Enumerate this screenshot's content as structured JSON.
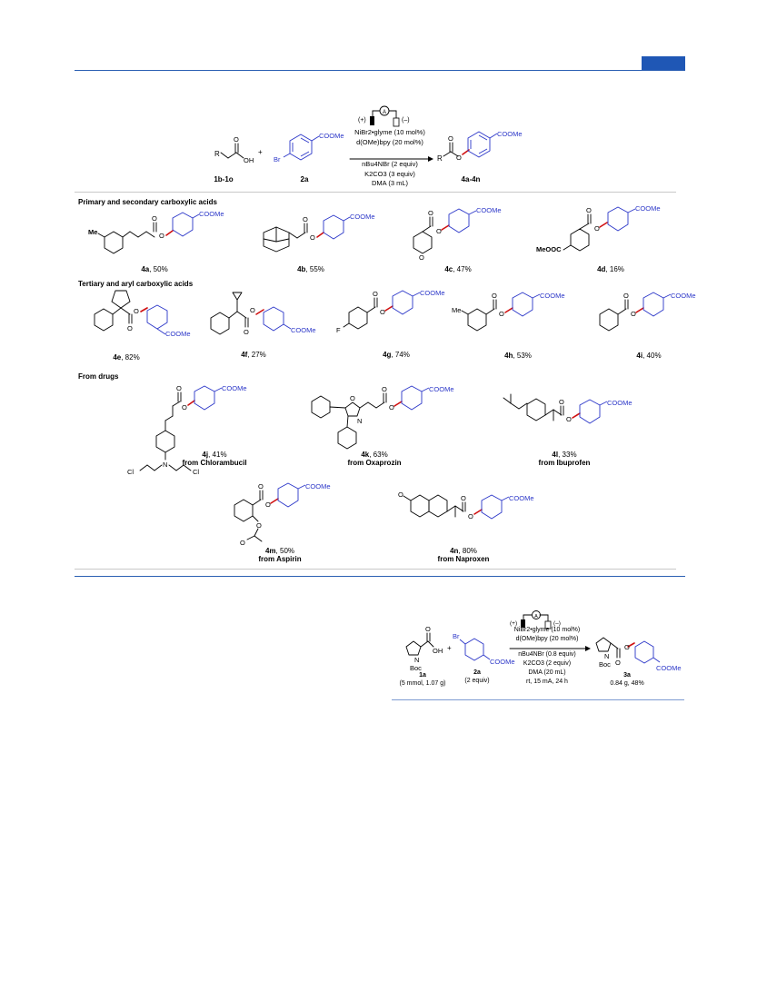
{
  "reaction": {
    "electrodes": {
      "plus": "(+)",
      "minus": "(–)",
      "current": "A"
    },
    "reagent_acid": {
      "label": "1b-1o",
      "R": "R",
      "OH": "OH"
    },
    "reagent_bromide": {
      "label": "2a",
      "Br": "Br",
      "ester": "COOMe"
    },
    "plus_sign": "+",
    "conditions": [
      "NiBr2•glyme (10 mol%)",
      "d(OMe)bpy (20 mol%)",
      "nBu4NBr (2 equiv)",
      "K2CO3 (3 equiv)",
      "DMA (3 mL)"
    ],
    "product": {
      "label": "4a-4n",
      "R": "R",
      "O": "O",
      "ester": "COOMe"
    }
  },
  "sections": {
    "primary": "Primary and secondary carboxylic acids",
    "tertiary": "Tertiary and aryl carboxylic acids",
    "drugs": "From drugs"
  },
  "atom_labels": {
    "ester": "COOMe",
    "O": "O",
    "Me": "Me",
    "MeOOC": "MeOOC",
    "F": "F",
    "N": "N",
    "Cl": "Cl"
  },
  "compounds": [
    {
      "id": "4a",
      "yield": ", 50%"
    },
    {
      "id": "4b",
      "yield": ", 55%"
    },
    {
      "id": "4c",
      "yield": ", 47%"
    },
    {
      "id": "4d",
      "yield": ", 16%"
    },
    {
      "id": "4e",
      "yield": ", 82%"
    },
    {
      "id": "4f",
      "yield": ", 27%"
    },
    {
      "id": "4g",
      "yield": ", 74%"
    },
    {
      "id": "4h",
      "yield": ", 53%"
    },
    {
      "id": "4i",
      "yield": ", 40%"
    },
    {
      "id": "4j",
      "yield": ", 41%",
      "source": "from Chlorambucil"
    },
    {
      "id": "4k",
      "yield": ", 63%",
      "source": "from Oxaprozin"
    },
    {
      "id": "4l",
      "yield": ", 33%",
      "source": "from Ibuprofen"
    },
    {
      "id": "4m",
      "yield": ", 50%",
      "source": "from Aspirin"
    },
    {
      "id": "4n",
      "yield": ", 80%",
      "source": "from Naproxen"
    }
  ],
  "scaleup": {
    "electrodes": {
      "plus": "(+)",
      "minus": "(–)",
      "current": "A"
    },
    "reactant": {
      "label": "1a",
      "amount": "(5 mmol, 1.07 g)",
      "N": "N",
      "Boc": "Boc",
      "O": "O",
      "OH": "OH"
    },
    "bromide": {
      "label": "2a",
      "amount": "(2 equiv)",
      "Br": "Br",
      "ester": "COOMe"
    },
    "plus_sign": "+",
    "conditions": [
      "NiBr2•glyme (10 mol%)",
      "d(OMe)bpy (20 mol%)",
      "nBu4NBr (0.8 equiv)",
      "K2CO3 (2 equiv)",
      "DMA (20 mL)",
      "rt, 15 mA, 24 h"
    ],
    "product": {
      "label": "3a",
      "amount": "0.84 g, 48%",
      "N": "N",
      "Boc": "Boc",
      "O": "O",
      "ester": "COOMe"
    }
  }
}
